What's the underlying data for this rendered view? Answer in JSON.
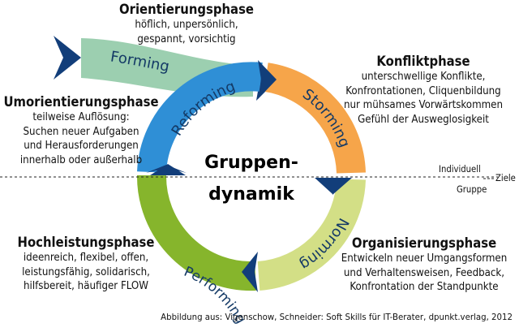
{
  "center": {
    "line1": "Gruppen-",
    "line2": "dynamik"
  },
  "arrows": {
    "forming": "Forming",
    "storming": "Storming",
    "norming": "Norming",
    "performing": "Performing",
    "reforming": "Reforming"
  },
  "phases": {
    "orientation": {
      "title": "Orientierungsphase",
      "lines": [
        "höflich, unpersönlich,",
        "gespannt, vorsichtig"
      ]
    },
    "conflict": {
      "title": "Konfliktphase",
      "lines": [
        "unterschwellige Konflikte,",
        "Konfrontationen, Cliquenbildung",
        "nur mühsames Vorwärtskommen",
        "Gefühl der Ausweglosigkeit"
      ]
    },
    "reorientation": {
      "title": "Umorientierungsphase",
      "lines": [
        "teilweise Auflösung:",
        "Suchen neuer Aufgaben",
        "und Herausforderungen",
        "innerhalb oder außerhalb"
      ]
    },
    "performance": {
      "title": "Hochleistungsphase",
      "lines": [
        "ideenreich, flexibel, offen,",
        "leistungsfähig, solidarisch,",
        "hilfsbereit, häufiger FLOW"
      ]
    },
    "organizing": {
      "title": "Organisierungsphase",
      "lines": [
        "Entwickeln neuer Umgangsformen",
        "und Verhaltensweisen, Feedback,",
        "Konfrontation der Standpunkte"
      ]
    }
  },
  "axis": {
    "top": "Individuell",
    "middle": "Ziele",
    "bottom": "Gruppe"
  },
  "caption": "Abbildung aus: Vigenschow, Schneider: Soft Skills für IT-Berater, dpunkt.verlag, 2012",
  "colors": {
    "forming": "#9ccfb0",
    "storming": "#f6a54a",
    "norming": "#d3df86",
    "performing": "#86b52c",
    "reforming": "#2f8fd6",
    "arrowhead": "#123e7a"
  }
}
